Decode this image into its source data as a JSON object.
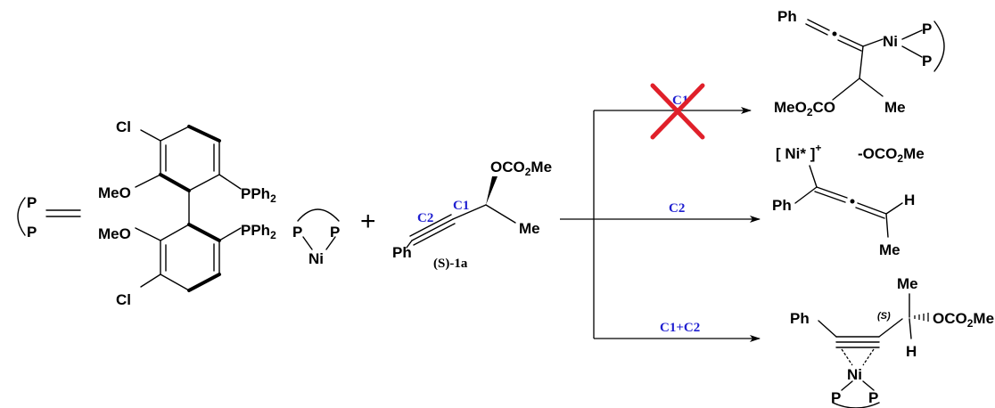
{
  "legend": {
    "ligand_atom": "P",
    "ligand_eq": "="
  },
  "ligand": {
    "substituent_cl": "Cl",
    "substituent_meo": "MeO",
    "substituent_pph2": "PPh",
    "pph2_sub": "2"
  },
  "catalyst": {
    "p": "P",
    "ni": "Ni"
  },
  "plus": "+",
  "substrate": {
    "ocoome": "OCO",
    "ocoome_sub": "2",
    "ocoome_tail": "Me",
    "me": "Me",
    "ph": "Ph",
    "c1": "C1",
    "c2": "C2",
    "name": "(S)-1a"
  },
  "arrows": {
    "top_label": "C1",
    "middle_label": "C2",
    "bottom_label": "C1+C2"
  },
  "product_top": {
    "ph": "Ph",
    "ni": "Ni",
    "p": "P",
    "meo2co_a": "MeO",
    "meo2co_sub": "2",
    "meo2co_b": "CO",
    "me": "Me"
  },
  "product_middle": {
    "ni_bracket": "[ Ni* ]",
    "plus_sign": "+",
    "counter_a": "-OCO",
    "counter_sub": "2",
    "counter_b": "Me",
    "ph": "Ph",
    "h": "H",
    "me": "Me"
  },
  "product_bottom": {
    "ph": "Ph",
    "me": "Me",
    "stereo": "(S)",
    "oco": "OCO",
    "oco_sub": "2",
    "oco_tail": "Me",
    "h": "H",
    "ni": "Ni",
    "p": "P"
  },
  "colors": {
    "blue_label": "#1f1fd0",
    "cross": "#e0202a"
  }
}
